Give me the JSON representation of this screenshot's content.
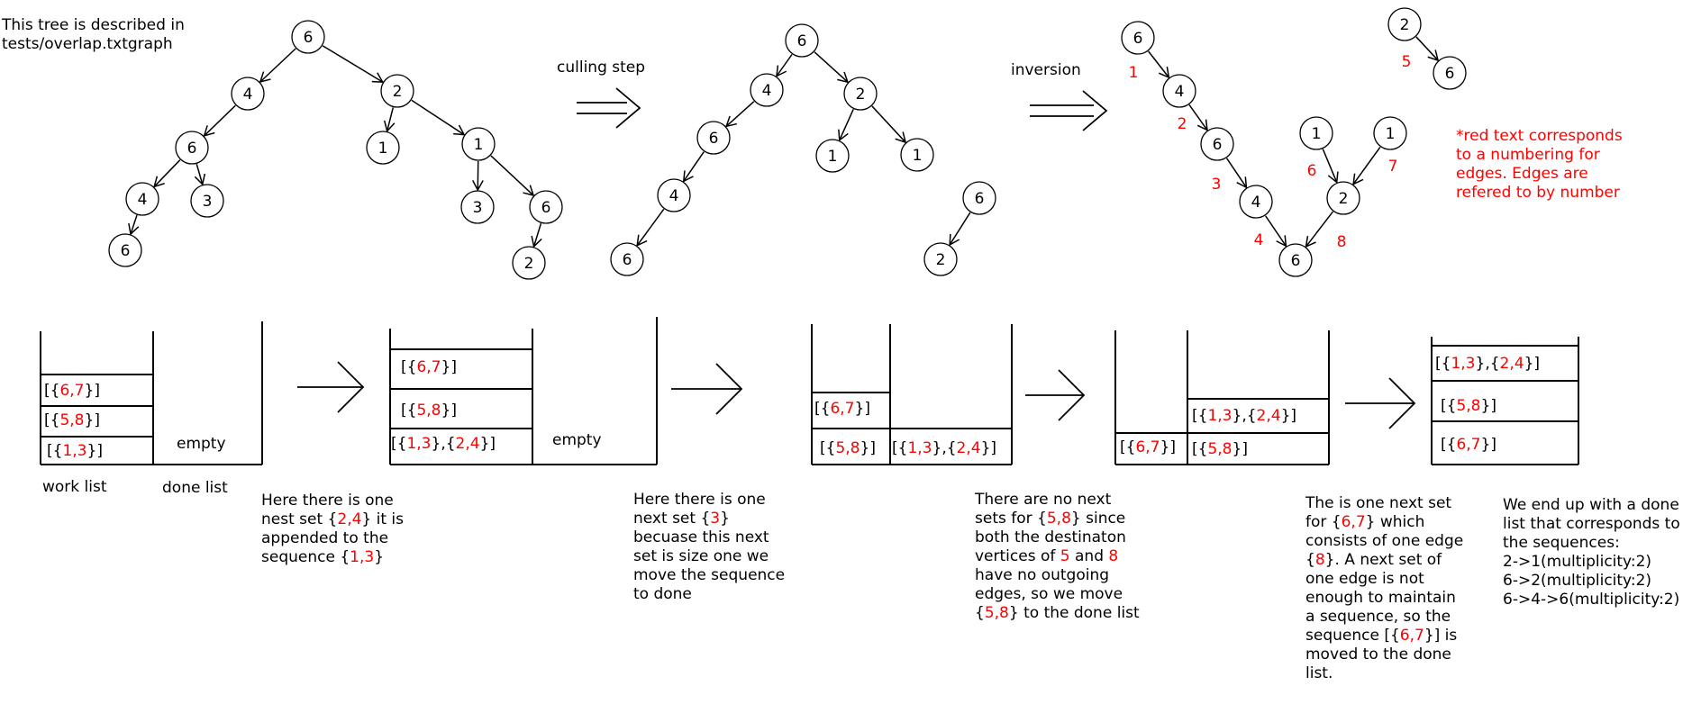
{
  "colors": {
    "ink": "#000000",
    "accent": "#ff0000",
    "background": "#ffffff"
  },
  "header_note": [
    "This tree is described in",
    "tests/overlap.txtgraph"
  ],
  "step_labels": {
    "culling": "culling step",
    "inversion": "inversion"
  },
  "legend_note": [
    "*red text corresponds",
    "to a numbering for",
    "edges.  Edges are",
    "refered to by number"
  ],
  "trees": {
    "original": [
      "6",
      "4",
      "2",
      "6",
      "1",
      "1",
      "4",
      "3",
      "3",
      "6",
      "6",
      "2"
    ],
    "culled": [
      "6",
      "4",
      "2",
      "6",
      "1",
      "1",
      "4",
      "6",
      "6",
      "2"
    ],
    "inverted": [
      "6",
      "4",
      "6",
      "4",
      "6",
      "1",
      "1",
      "2",
      "2",
      "6"
    ],
    "edge_numbers": [
      "1",
      "2",
      "3",
      "4",
      "5",
      "6",
      "7",
      "8"
    ]
  },
  "stacks": {
    "work_label": "work list",
    "done_label": "done list",
    "empty_label": "empty",
    "stage1": {
      "work": [
        [
          {
            "t": "[{"
          },
          {
            "t": "6,7",
            "r": true
          },
          {
            "t": "}]"
          }
        ],
        [
          {
            "t": "[{"
          },
          {
            "t": "5,8",
            "r": true
          },
          {
            "t": "}]"
          }
        ],
        [
          {
            "t": "[{"
          },
          {
            "t": "1,3",
            "r": true
          },
          {
            "t": "}]"
          }
        ]
      ]
    },
    "stage2": {
      "work": [
        [
          {
            "t": "[{"
          },
          {
            "t": "6,7",
            "r": true
          },
          {
            "t": "}]"
          }
        ],
        [
          {
            "t": "[{"
          },
          {
            "t": "5,8",
            "r": true
          },
          {
            "t": "}]"
          }
        ],
        [
          {
            "t": "[{"
          },
          {
            "t": "1,3",
            "r": true
          },
          {
            "t": "},{"
          },
          {
            "t": "2,4",
            "r": true
          },
          {
            "t": "}]"
          }
        ]
      ]
    },
    "stage3": {
      "work": [
        [
          {
            "t": "[{"
          },
          {
            "t": "6,7",
            "r": true
          },
          {
            "t": "}]"
          }
        ],
        [
          {
            "t": "[{"
          },
          {
            "t": "5,8",
            "r": true
          },
          {
            "t": "}]"
          }
        ]
      ],
      "done": [
        [
          {
            "t": "[{"
          },
          {
            "t": "1,3",
            "r": true
          },
          {
            "t": "},{"
          },
          {
            "t": "2,4",
            "r": true
          },
          {
            "t": "}]"
          }
        ]
      ]
    },
    "stage4": {
      "work": [
        [
          {
            "t": "[{"
          },
          {
            "t": "6,7",
            "r": true
          },
          {
            "t": "}]"
          }
        ]
      ],
      "done": [
        [
          {
            "t": "[{"
          },
          {
            "t": "1,3",
            "r": true
          },
          {
            "t": "},{"
          },
          {
            "t": "2,4",
            "r": true
          },
          {
            "t": "}]"
          }
        ],
        [
          {
            "t": "[{"
          },
          {
            "t": "5,8",
            "r": true
          },
          {
            "t": "}]"
          }
        ]
      ]
    },
    "stage5": {
      "done": [
        [
          {
            "t": "[{"
          },
          {
            "t": "1,3",
            "r": true
          },
          {
            "t": "},{"
          },
          {
            "t": "2,4",
            "r": true
          },
          {
            "t": "}]"
          }
        ],
        [
          {
            "t": "[{"
          },
          {
            "t": "5,8",
            "r": true
          },
          {
            "t": "}]"
          }
        ],
        [
          {
            "t": "[{"
          },
          {
            "t": "6,7",
            "r": true
          },
          {
            "t": "}]"
          }
        ]
      ]
    }
  },
  "captions": {
    "c1": [
      [
        {
          "t": "Here there is one"
        }
      ],
      [
        {
          "t": "nest set {"
        },
        {
          "t": "2,4",
          "r": true
        },
        {
          "t": "} it is"
        }
      ],
      [
        {
          "t": "appended to the"
        }
      ],
      [
        {
          "t": "sequence {"
        },
        {
          "t": "1,3",
          "r": true
        },
        {
          "t": "}"
        }
      ]
    ],
    "c2": [
      [
        {
          "t": "Here there is one"
        }
      ],
      [
        {
          "t": "next set {"
        },
        {
          "t": "3",
          "r": true
        },
        {
          "t": "}"
        }
      ],
      [
        {
          "t": "becuase this next"
        }
      ],
      [
        {
          "t": "set is size one we"
        }
      ],
      [
        {
          "t": "move the sequence"
        }
      ],
      [
        {
          "t": "to done"
        }
      ]
    ],
    "c3": [
      [
        {
          "t": "There are no next"
        }
      ],
      [
        {
          "t": "sets for {"
        },
        {
          "t": "5,8",
          "r": true
        },
        {
          "t": "} since"
        }
      ],
      [
        {
          "t": "both the destinaton"
        }
      ],
      [
        {
          "t": "vertices of "
        },
        {
          "t": "5",
          "r": true
        },
        {
          "t": " and "
        },
        {
          "t": "8",
          "r": true
        }
      ],
      [
        {
          "t": "have no outgoing"
        }
      ],
      [
        {
          "t": "edges, so we move"
        }
      ],
      [
        {
          "t": "{"
        },
        {
          "t": "5,8",
          "r": true
        },
        {
          "t": "} to the done list"
        }
      ]
    ],
    "c4": [
      [
        {
          "t": "The is one next set"
        }
      ],
      [
        {
          "t": "for {"
        },
        {
          "t": "6,7",
          "r": true
        },
        {
          "t": "} which"
        }
      ],
      [
        {
          "t": "consists of one edge"
        }
      ],
      [
        {
          "t": "{"
        },
        {
          "t": "8",
          "r": true
        },
        {
          "t": "}.  A next set of"
        }
      ],
      [
        {
          "t": "one edge is not"
        }
      ],
      [
        {
          "t": "enough to maintain"
        }
      ],
      [
        {
          "t": "a sequence, so the"
        }
      ],
      [
        {
          "t": "sequence [{"
        },
        {
          "t": "6,7",
          "r": true
        },
        {
          "t": "}] is"
        }
      ],
      [
        {
          "t": "moved to the done"
        }
      ],
      [
        {
          "t": "list."
        }
      ]
    ],
    "c5": [
      [
        {
          "t": "We end up with a done"
        }
      ],
      [
        {
          "t": "list that corresponds to"
        }
      ],
      [
        {
          "t": "the sequences:"
        }
      ],
      [
        {
          "t": "2->1(multiplicity:2)"
        }
      ],
      [
        {
          "t": "6->2(multiplicity:2)"
        }
      ],
      [
        {
          "t": "6->4->6(multiplicity:2)"
        }
      ]
    ]
  }
}
